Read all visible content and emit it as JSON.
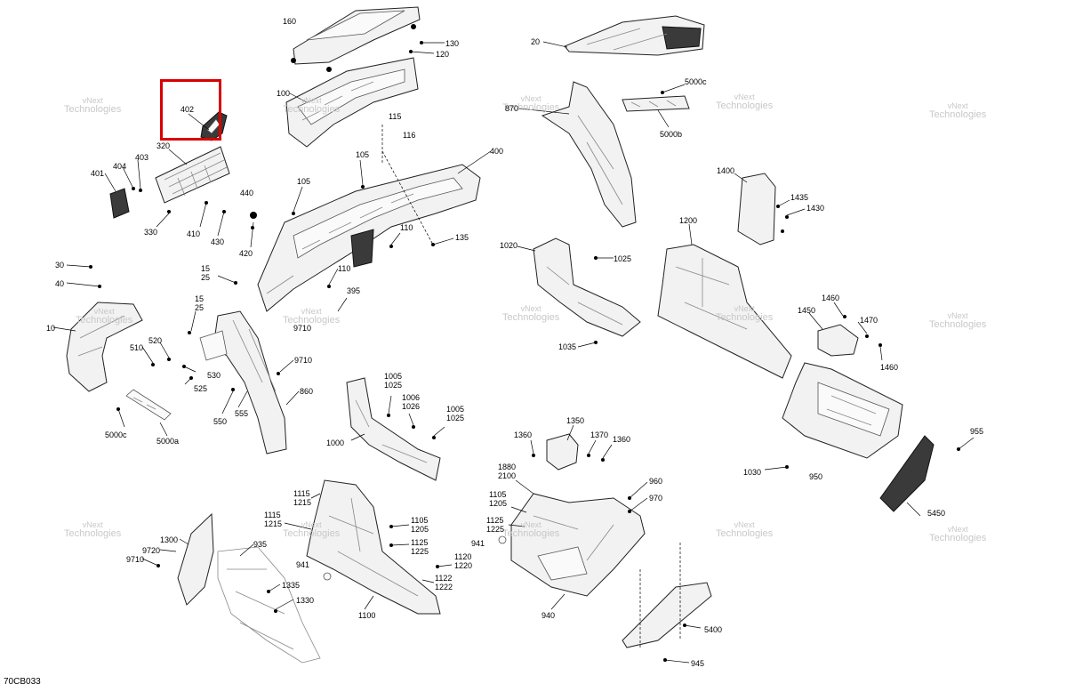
{
  "figure_code": "70CB033",
  "highlight_color": "#d90000",
  "watermark": {
    "line1": "vNext",
    "line2": "Technologies"
  },
  "labels": [
    {
      "id": "l160",
      "text": "160"
    },
    {
      "id": "l130",
      "text": "130"
    },
    {
      "id": "l120",
      "text": "120"
    },
    {
      "id": "l100",
      "text": "100"
    },
    {
      "id": "l20",
      "text": "20"
    },
    {
      "id": "l5000c_a",
      "text": "5000c"
    },
    {
      "id": "l870",
      "text": "870"
    },
    {
      "id": "l5000b",
      "text": "5000b"
    },
    {
      "id": "l402",
      "text": "402"
    },
    {
      "id": "l320",
      "text": "320"
    },
    {
      "id": "l401",
      "text": "401"
    },
    {
      "id": "l404",
      "text": "404"
    },
    {
      "id": "l403",
      "text": "403"
    },
    {
      "id": "l330",
      "text": "330"
    },
    {
      "id": "l410",
      "text": "410"
    },
    {
      "id": "l430",
      "text": "430"
    },
    {
      "id": "l440",
      "text": "440"
    },
    {
      "id": "l420",
      "text": "420"
    },
    {
      "id": "l115",
      "text": "115"
    },
    {
      "id": "l116",
      "text": "116"
    },
    {
      "id": "l105a",
      "text": "105"
    },
    {
      "id": "l105b",
      "text": "105"
    },
    {
      "id": "l400",
      "text": "400"
    },
    {
      "id": "l110a",
      "text": "110"
    },
    {
      "id": "l135",
      "text": "135"
    },
    {
      "id": "l110b",
      "text": "110"
    },
    {
      "id": "l395",
      "text": "395"
    },
    {
      "id": "l9710a",
      "text": "9710"
    },
    {
      "id": "l1525a",
      "text": "15\n25"
    },
    {
      "id": "l1525b",
      "text": "15\n25"
    },
    {
      "id": "l30",
      "text": "30"
    },
    {
      "id": "l40",
      "text": "40"
    },
    {
      "id": "l10",
      "text": "10"
    },
    {
      "id": "l510",
      "text": "510"
    },
    {
      "id": "l520",
      "text": "520"
    },
    {
      "id": "l530",
      "text": "530"
    },
    {
      "id": "l525",
      "text": "525"
    },
    {
      "id": "l550",
      "text": "550"
    },
    {
      "id": "l555",
      "text": "555"
    },
    {
      "id": "l9710b",
      "text": "9710"
    },
    {
      "id": "l860",
      "text": "860"
    },
    {
      "id": "l5000c_b",
      "text": "5000c"
    },
    {
      "id": "l5000a",
      "text": "5000a"
    },
    {
      "id": "l1020",
      "text": "1020"
    },
    {
      "id": "l1025",
      "text": "1025"
    },
    {
      "id": "l1035",
      "text": "1035"
    },
    {
      "id": "l1200",
      "text": "1200"
    },
    {
      "id": "l1400",
      "text": "1400"
    },
    {
      "id": "l1435",
      "text": "1435"
    },
    {
      "id": "l1430",
      "text": "1430"
    },
    {
      "id": "l1460a",
      "text": "1460"
    },
    {
      "id": "l1450",
      "text": "1450"
    },
    {
      "id": "l1470",
      "text": "1470"
    },
    {
      "id": "l1460b",
      "text": "1460"
    },
    {
      "id": "l1005a",
      "text": "1005\n1025"
    },
    {
      "id": "l1006",
      "text": "1006\n1026"
    },
    {
      "id": "l1005b",
      "text": "1005\n1025"
    },
    {
      "id": "l1000",
      "text": "1000"
    },
    {
      "id": "l1350",
      "text": "1350"
    },
    {
      "id": "l1360a",
      "text": "1360"
    },
    {
      "id": "l1370",
      "text": "1370"
    },
    {
      "id": "l1360b",
      "text": "1360"
    },
    {
      "id": "l955",
      "text": "955"
    },
    {
      "id": "l1030",
      "text": "1030"
    },
    {
      "id": "l950",
      "text": "950"
    },
    {
      "id": "l1880",
      "text": "1880\n2100"
    },
    {
      "id": "l960",
      "text": "960"
    },
    {
      "id": "l970",
      "text": "970"
    },
    {
      "id": "l1105b",
      "text": "1105\n1205"
    },
    {
      "id": "l1125b",
      "text": "1125\n1225"
    },
    {
      "id": "l941b",
      "text": "941"
    },
    {
      "id": "l5450",
      "text": "5450"
    },
    {
      "id": "l1115a",
      "text": "1115\n1215"
    },
    {
      "id": "l1115b",
      "text": "1115\n1215"
    },
    {
      "id": "l1105a",
      "text": "1105\n1205"
    },
    {
      "id": "l1125a",
      "text": "1125\n1225"
    },
    {
      "id": "l1120",
      "text": "1120\n1220"
    },
    {
      "id": "l1122",
      "text": "1122\n1222"
    },
    {
      "id": "l941a",
      "text": "941"
    },
    {
      "id": "l1100",
      "text": "1100"
    },
    {
      "id": "l1300",
      "text": "1300"
    },
    {
      "id": "l9720",
      "text": "9720"
    },
    {
      "id": "l9710c",
      "text": "9710"
    },
    {
      "id": "l935",
      "text": "935"
    },
    {
      "id": "l1335",
      "text": "1335"
    },
    {
      "id": "l1330",
      "text": "1330"
    },
    {
      "id": "l940",
      "text": "940"
    },
    {
      "id": "l5400",
      "text": "5400"
    },
    {
      "id": "l945",
      "text": "945"
    }
  ]
}
